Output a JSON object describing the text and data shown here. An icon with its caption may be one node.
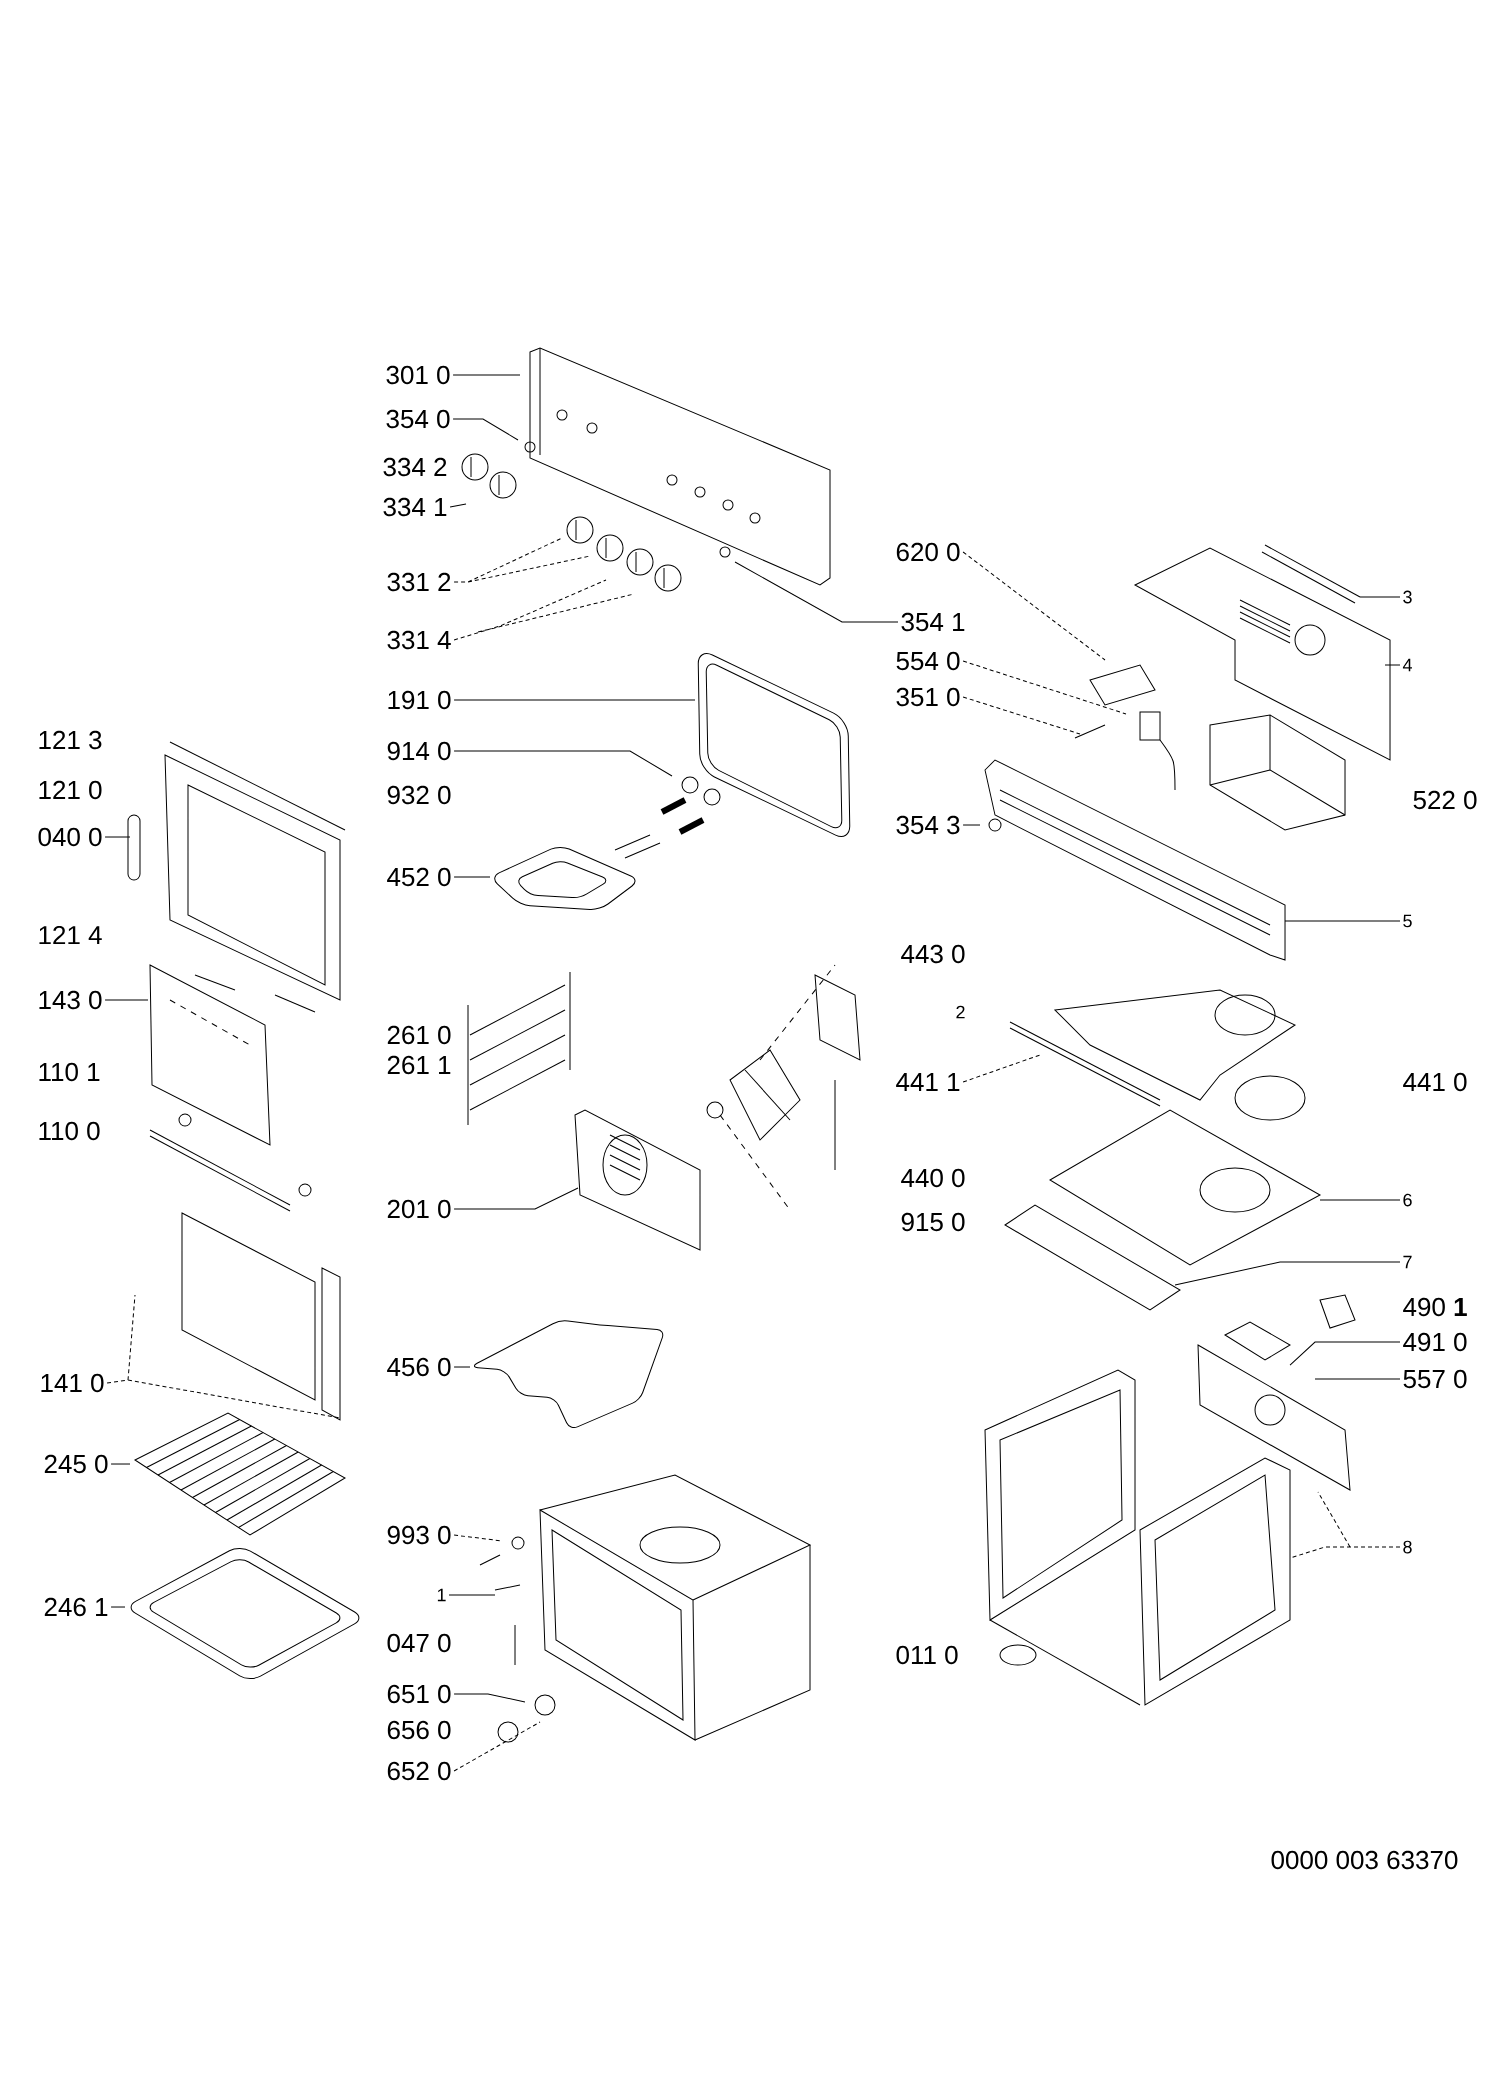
{
  "diagram": {
    "nodes": [
      {
        "text": [
          "301 0"
        ]
      },
      {
        "text": [
          "354 0"
        ]
      },
      {
        "text": [
          "334 1"
        ]
      },
      {
        "text": [
          "331 2"
        ]
      },
      {
        "text": [
          "331 4"
        ]
      },
      {
        "text": [
          "191 0"
        ]
      },
      {
        "text": [
          "914 0"
        ]
      },
      {
        "text": [
          "452 0"
        ]
      },
      {
        "text": [
          "040 0"
        ]
      },
      {
        "text": [
          "143 0"
        ]
      },
      {
        "text": [
          "201 0"
        ]
      },
      {
        "text": [
          "141 0"
        ]
      },
      {
        "text": [
          "456 0"
        ]
      },
      {
        "text": [
          "245 0"
        ]
      },
      {
        "text": [
          "246 1"
        ]
      },
      {
        "text": [
          "993 0"
        ]
      },
      {
        "text": [
          "1"
        ]
      },
      {
        "text": [
          "651 0"
        ]
      },
      {
        "text": [
          "652 0"
        ]
      },
      {
        "text": [
          "620 0"
        ]
      },
      {
        "text": [
          "354 1"
        ]
      },
      {
        "text": [
          "554 0"
        ]
      },
      {
        "text": [
          "351 0"
        ]
      },
      {
        "text": [
          "354 3"
        ]
      },
      {
        "text": [
          "3"
        ]
      },
      {
        "text": [
          "4"
        ]
      },
      {
        "text": [
          "5"
        ]
      },
      {
        "text": [
          "441 1"
        ]
      },
      {
        "text": [
          "6"
        ]
      },
      {
        "text": [
          "7"
        ]
      },
      {
        "text": [
          "491 0"
        ]
      },
      {
        "text": [
          "557 0"
        ]
      },
      {
        "text": [
          "8"
        ]
      }
    ],
    "edges": [
      {
        "from": 0,
        "to": null,
        "arrow": "none"
      },
      {
        "from": 1,
        "to": null,
        "arrow": "none"
      },
      {
        "from": 2,
        "to": null,
        "arrow": "none"
      },
      {
        "from": 3,
        "to": null,
        "arrow": "none",
        "style": "dashed"
      },
      {
        "from": 4,
        "to": null,
        "arrow": "none",
        "style": "dashed"
      },
      {
        "from": 5,
        "to": null,
        "arrow": "none"
      },
      {
        "from": 6,
        "to": null,
        "arrow": "none"
      },
      {
        "from": 7,
        "to": null,
        "arrow": "none"
      },
      {
        "from": 8,
        "to": null,
        "arrow": "none"
      },
      {
        "from": 9,
        "to": null,
        "arrow": "none"
      },
      {
        "from": 10,
        "to": null,
        "arrow": "none"
      },
      {
        "from": 11,
        "to": null,
        "arrow": "none",
        "style": "dashed"
      },
      {
        "from": 12,
        "to": null,
        "arrow": "none"
      },
      {
        "from": 13,
        "to": null,
        "arrow": "none"
      },
      {
        "from": 14,
        "to": null,
        "arrow": "none"
      },
      {
        "from": 15,
        "to": null,
        "arrow": "none",
        "style": "dashed"
      },
      {
        "from": 16,
        "to": null,
        "arrow": "none"
      },
      {
        "from": 17,
        "to": null,
        "arrow": "none"
      },
      {
        "from": 18,
        "to": null,
        "arrow": "none",
        "style": "dashed"
      },
      {
        "from": 19,
        "to": null,
        "arrow": "none",
        "style": "dashed"
      },
      {
        "from": 20,
        "to": null,
        "arrow": "none"
      },
      {
        "from": 21,
        "to": null,
        "arrow": "none",
        "style": "dashed"
      },
      {
        "from": 22,
        "to": null,
        "arrow": "none",
        "style": "dashed"
      },
      {
        "from": 23,
        "to": null,
        "arrow": "none"
      },
      {
        "from": 24,
        "to": null,
        "arrow": "none"
      },
      {
        "from": 25,
        "to": null,
        "arrow": "none"
      },
      {
        "from": 26,
        "to": null,
        "arrow": "none"
      },
      {
        "from": 27,
        "to": null,
        "arrow": "none",
        "style": "dashed"
      },
      {
        "from": 28,
        "to": null,
        "arrow": "none"
      },
      {
        "from": 29,
        "to": null,
        "arrow": "none"
      },
      {
        "from": 30,
        "to": null,
        "arrow": "none"
      },
      {
        "from": 31,
        "to": null,
        "arrow": "none"
      },
      {
        "from": 32,
        "to": null,
        "arrow": "none",
        "style": "dashed"
      }
    ],
    "labels": [
      "334 2",
      "932 0",
      "121 3",
      "121 0",
      "121 4",
      "110 1",
      "110 0",
      "261 0",
      "261 1",
      "047 0",
      "656 0",
      "522 0",
      "443 0",
      "2",
      "441 0",
      "440 0",
      "915 0",
      "490 **1**",
      "011 0",
      "0000 003 63370"
    ]
  }
}
